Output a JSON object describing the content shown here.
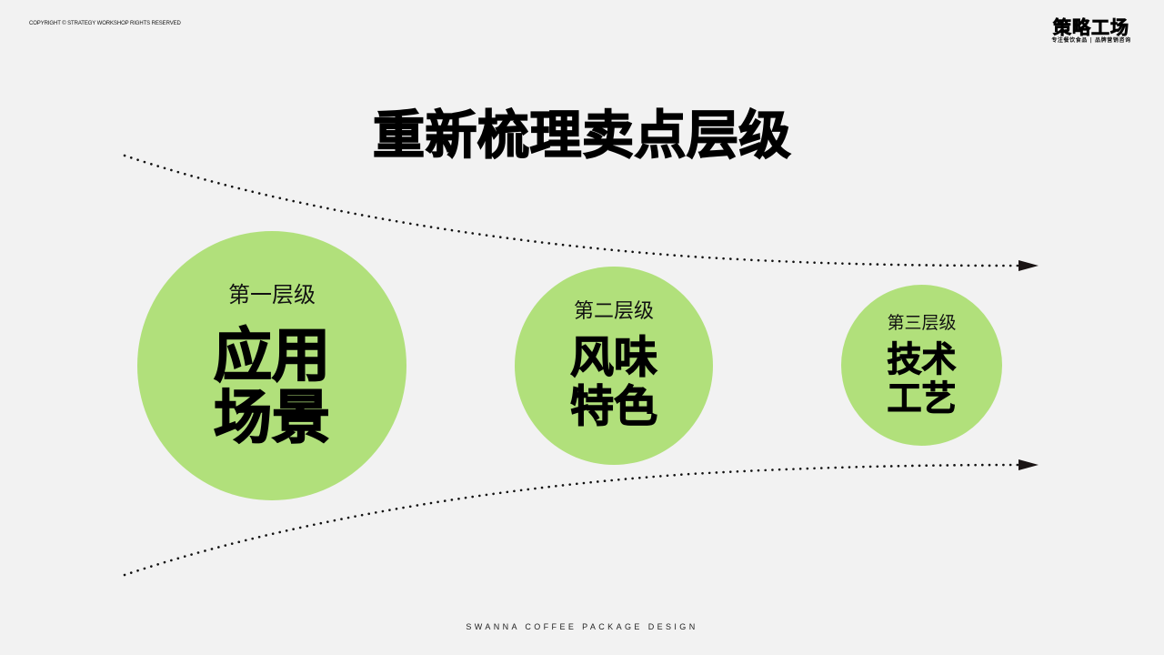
{
  "header": {
    "copyright": "COPYRIGHT © STRATEGY WORKSHOP RIGHTS RESERVED",
    "logo": {
      "main": "策略工场",
      "sub": "专注餐饮食品 | 品牌营销咨询"
    }
  },
  "slide": {
    "title": "重新梳理卖点层级",
    "levels": [
      {
        "label": "第一层级",
        "line1": "应用",
        "line2": "场景"
      },
      {
        "label": "第二层级",
        "line1": "风味",
        "line2": "特色"
      },
      {
        "label": "第三层级",
        "line1": "技术",
        "line2": "工艺"
      }
    ]
  },
  "colors": {
    "background": "#f2f2f2",
    "circle_fill": "#b1e07b",
    "text": "#000000"
  },
  "icons": {
    "arrow_top": "arrow-right-icon",
    "arrow_bottom": "arrow-right-icon"
  },
  "footer": {
    "text": "SWANNA COFFEE PACKAGE DESIGN"
  }
}
